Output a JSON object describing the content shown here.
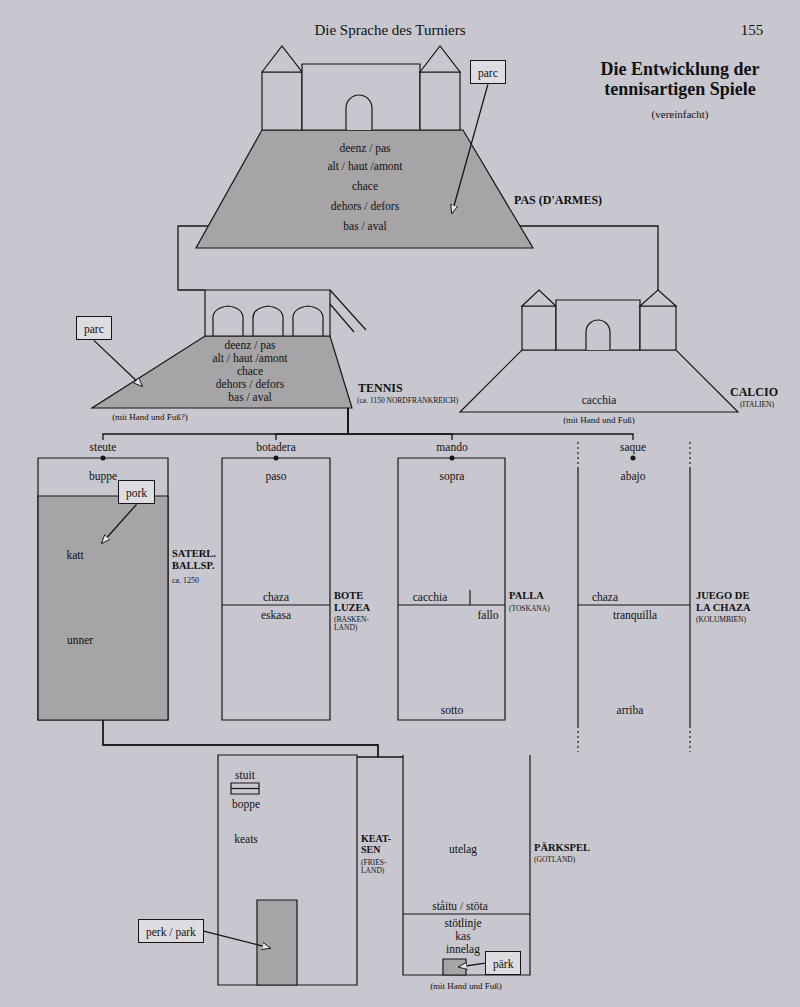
{
  "diagram": {
    "title": "Die Entwicklung der tennisartigen Spiele",
    "nodes": [
      {
        "text": [
          "deenz / pas",
          "alt / haut /amont",
          "chace",
          "dehors / defors",
          "bas / aval",
          "PAS (D'ARMES)"
        ]
      },
      {
        "text": [
          "parc"
        ]
      },
      {
        "text": [
          "deenz / pas",
          "alt / haut /amont",
          "chace",
          "dehors / defors",
          "bas / aval",
          "TENNIS",
          "(ca. 1150 NORDFRANKREICH)"
        ]
      },
      {
        "text": [
          "parc"
        ]
      },
      {
        "text": [
          "cacchia",
          "CALCIO",
          "(ITALIEN)"
        ]
      },
      {
        "text": [
          "steute",
          "buppe",
          "katt",
          "unner",
          "SATERL. BALLSP.",
          "ca. 1250"
        ]
      },
      {
        "text": [
          "pork"
        ],
        "in": 5
      },
      {
        "text": [
          "botadera",
          "paso",
          "chaza",
          "eskasa",
          "BOTE LUZEA",
          "(BASKEN- LAND)"
        ]
      },
      {
        "text": [
          "mando",
          "sopra",
          "cacchia",
          "fallo",
          "sotto",
          "PALLA",
          "(TOSKANA)"
        ]
      },
      {
        "text": [
          "saque",
          "abajo",
          "chaza",
          "tranquilla",
          "arriba",
          "JUEGO DE LA CHAZA",
          "(KOLUMBIEN)"
        ]
      },
      {
        "text": [
          "stuit",
          "boppe",
          "keats",
          "KEAT- SEN",
          "(FRIES- LAND)"
        ]
      },
      {
        "text": [
          "perk / park"
        ]
      },
      {
        "text": [
          "utelag",
          "ståitu / stöta",
          "stötlinje",
          "kas",
          "innelag",
          "PÄRKSPEL",
          "(GOTLAND)"
        ]
      },
      {
        "text": [
          "pärk"
        ],
        "in": 12
      }
    ],
    "edges": [
      {
        "from": 0,
        "to": 2,
        "arrow": "none"
      },
      {
        "from": 0,
        "to": 4,
        "arrow": "none"
      },
      {
        "from": 2,
        "to": 5,
        "arrow": "none"
      },
      {
        "from": 2,
        "to": 7,
        "arrow": "none"
      },
      {
        "from": 2,
        "to": 8,
        "arrow": "none"
      },
      {
        "from": 2,
        "to": 9,
        "arrow": "none"
      },
      {
        "from": 5,
        "to": 10,
        "arrow": "none"
      },
      {
        "from": 5,
        "to": 12,
        "arrow": "none"
      },
      {
        "from": 1,
        "to": 0,
        "arrow": "to"
      },
      {
        "from": 3,
        "to": 2,
        "arrow": "to"
      },
      {
        "from": 6,
        "to": 5,
        "arrow": "to"
      },
      {
        "from": 11,
        "to": 10,
        "arrow": "to"
      },
      {
        "from": 13,
        "to": 12,
        "arrow": "to"
      }
    ],
    "labels": [
      "Die Sprache des Turniers",
      "155",
      "(vereinfacht)",
      "(mit Hand und Fuß?)",
      "(mit Hand und Fuß)",
      "(mit Hand und Fuß)"
    ]
  }
}
